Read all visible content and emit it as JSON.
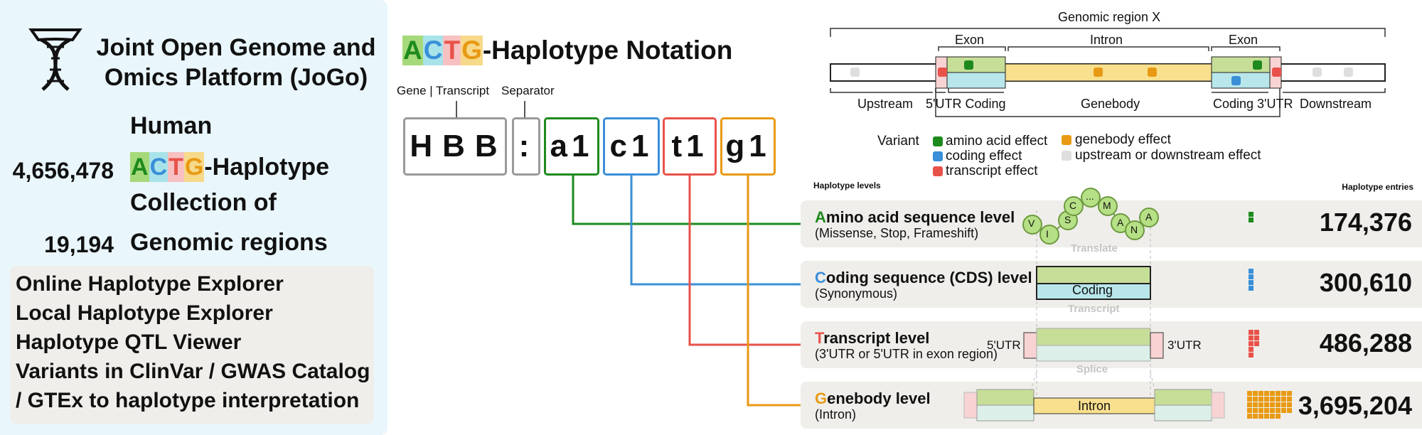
{
  "platform": {
    "title_line1": "Joint Open Genome and",
    "title_line2": "Omics Platform (JoGo)"
  },
  "stats": {
    "human": "Human",
    "haplotype_suffix": "-Haplotype",
    "collection_of": "Collection of",
    "genomic_regions": "Genomic regions",
    "haplotype_count": "4,656,478",
    "region_count": "19,194"
  },
  "tools": [
    "Online Haplotype Explorer",
    "Local Haplotype Explorer",
    "Haplotype QTL Viewer",
    "Variants in ClinVar / GWAS Catalog",
    "/ GTEx to haplotype interpretation"
  ],
  "acgt_letters": [
    "A",
    "C",
    "T",
    "G"
  ],
  "notation": {
    "title_suffix": "-Haplotype Notation",
    "gene_label": "Gene | Transcript",
    "separator_label": "Separator",
    "gene": "HBB",
    "separator": ":",
    "codes": [
      "a1",
      "c1",
      "t1",
      "g1"
    ]
  },
  "region": {
    "title": "Genomic region X",
    "exon": "Exon",
    "intron": "Intron",
    "upstream": "Upstream",
    "utr5_coding": "5'UTR Coding",
    "genebody": "Genebody",
    "coding_utr3": "Coding 3'UTR",
    "downstream": "Downstream"
  },
  "legend": {
    "title": "Variant",
    "items": [
      {
        "label": "amino acid effect",
        "color": "#1e8a1e"
      },
      {
        "label": "coding effect",
        "color": "#3a8fd8"
      },
      {
        "label": "transcript effect",
        "color": "#e8524a"
      },
      {
        "label": "genebody effect",
        "color": "#e89a14"
      },
      {
        "label": "upstream or downstream effect",
        "color": "#dedede"
      }
    ]
  },
  "levels": {
    "header_left": "Haplotype levels",
    "header_right": "Haplotype entries",
    "items": [
      {
        "initial": "A",
        "rest": "mino acid sequence level",
        "sub": "(Missense, Stop, Frameshift)",
        "entries": "174,376",
        "color": "#1e8a1e"
      },
      {
        "initial": "C",
        "rest": "oding sequence (CDS) level",
        "sub": "(Synonymous)",
        "entries": "300,610",
        "color": "#3a8fd8"
      },
      {
        "initial": "T",
        "rest": "ranscript level",
        "sub": "(3'UTR or 5'UTR in exon region)",
        "entries": "486,288",
        "color": "#e8524a"
      },
      {
        "initial": "G",
        "rest": "enebody level",
        "sub": "(Intron)",
        "entries": "3,695,204",
        "color": "#e89a14"
      }
    ]
  },
  "diagram_labels": {
    "translate": "Translate",
    "transcript": "Transcript",
    "splice": "Splice",
    "coding": "Coding",
    "utr5": "5'UTR",
    "utr3": "3'UTR",
    "intron": "Intron",
    "peptide": [
      "V",
      "I",
      "S",
      "C",
      "...",
      "M",
      "A",
      "N",
      "A"
    ]
  },
  "colors": {
    "A": "#a6d97a",
    "C": "#a9e3ea",
    "T": "#f7c1c1",
    "G": "#f7d98a",
    "panel_bg": "#e9f6fb",
    "exon_green": "#c6de98",
    "coding_blue": "#b8e6ea",
    "intron_yellow": "#f8e08e",
    "utr_pink": "#f8d3d3",
    "peptide_green": "#b6e086"
  }
}
